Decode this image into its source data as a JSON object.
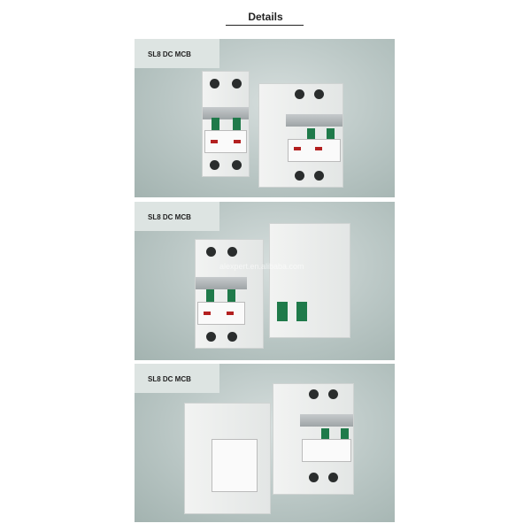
{
  "header": {
    "title": "Details"
  },
  "panels": [
    {
      "label": "SL8 DC MCB"
    },
    {
      "label": "SL8 DC MCB",
      "watermark": "alexpert.en.alibaba.com"
    },
    {
      "label": "SL8 DC MCB"
    }
  ]
}
